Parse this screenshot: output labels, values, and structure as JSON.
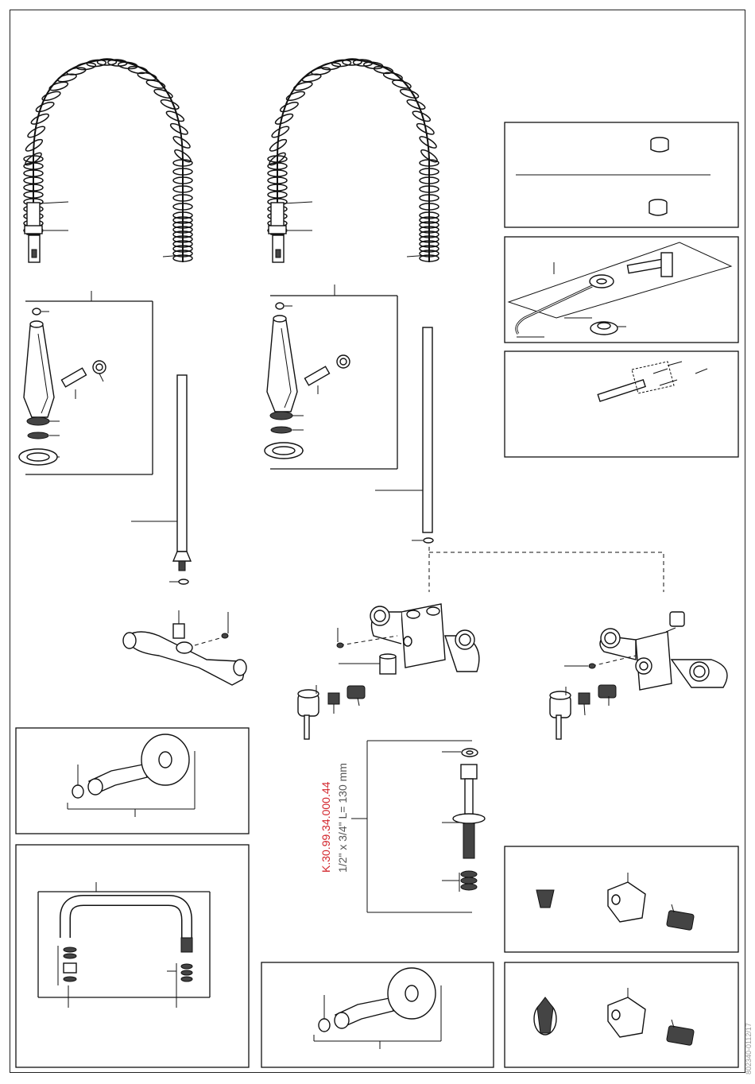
{
  "part_label": {
    "code": "K.30.99.34.000.44",
    "size": "1/2\" x 3/4\" L= 130 mm"
  },
  "drawing_code": "802340-0112/17",
  "colors": {
    "code_red": "#d2232a",
    "line": "#111111",
    "text_grey": "#555555"
  }
}
